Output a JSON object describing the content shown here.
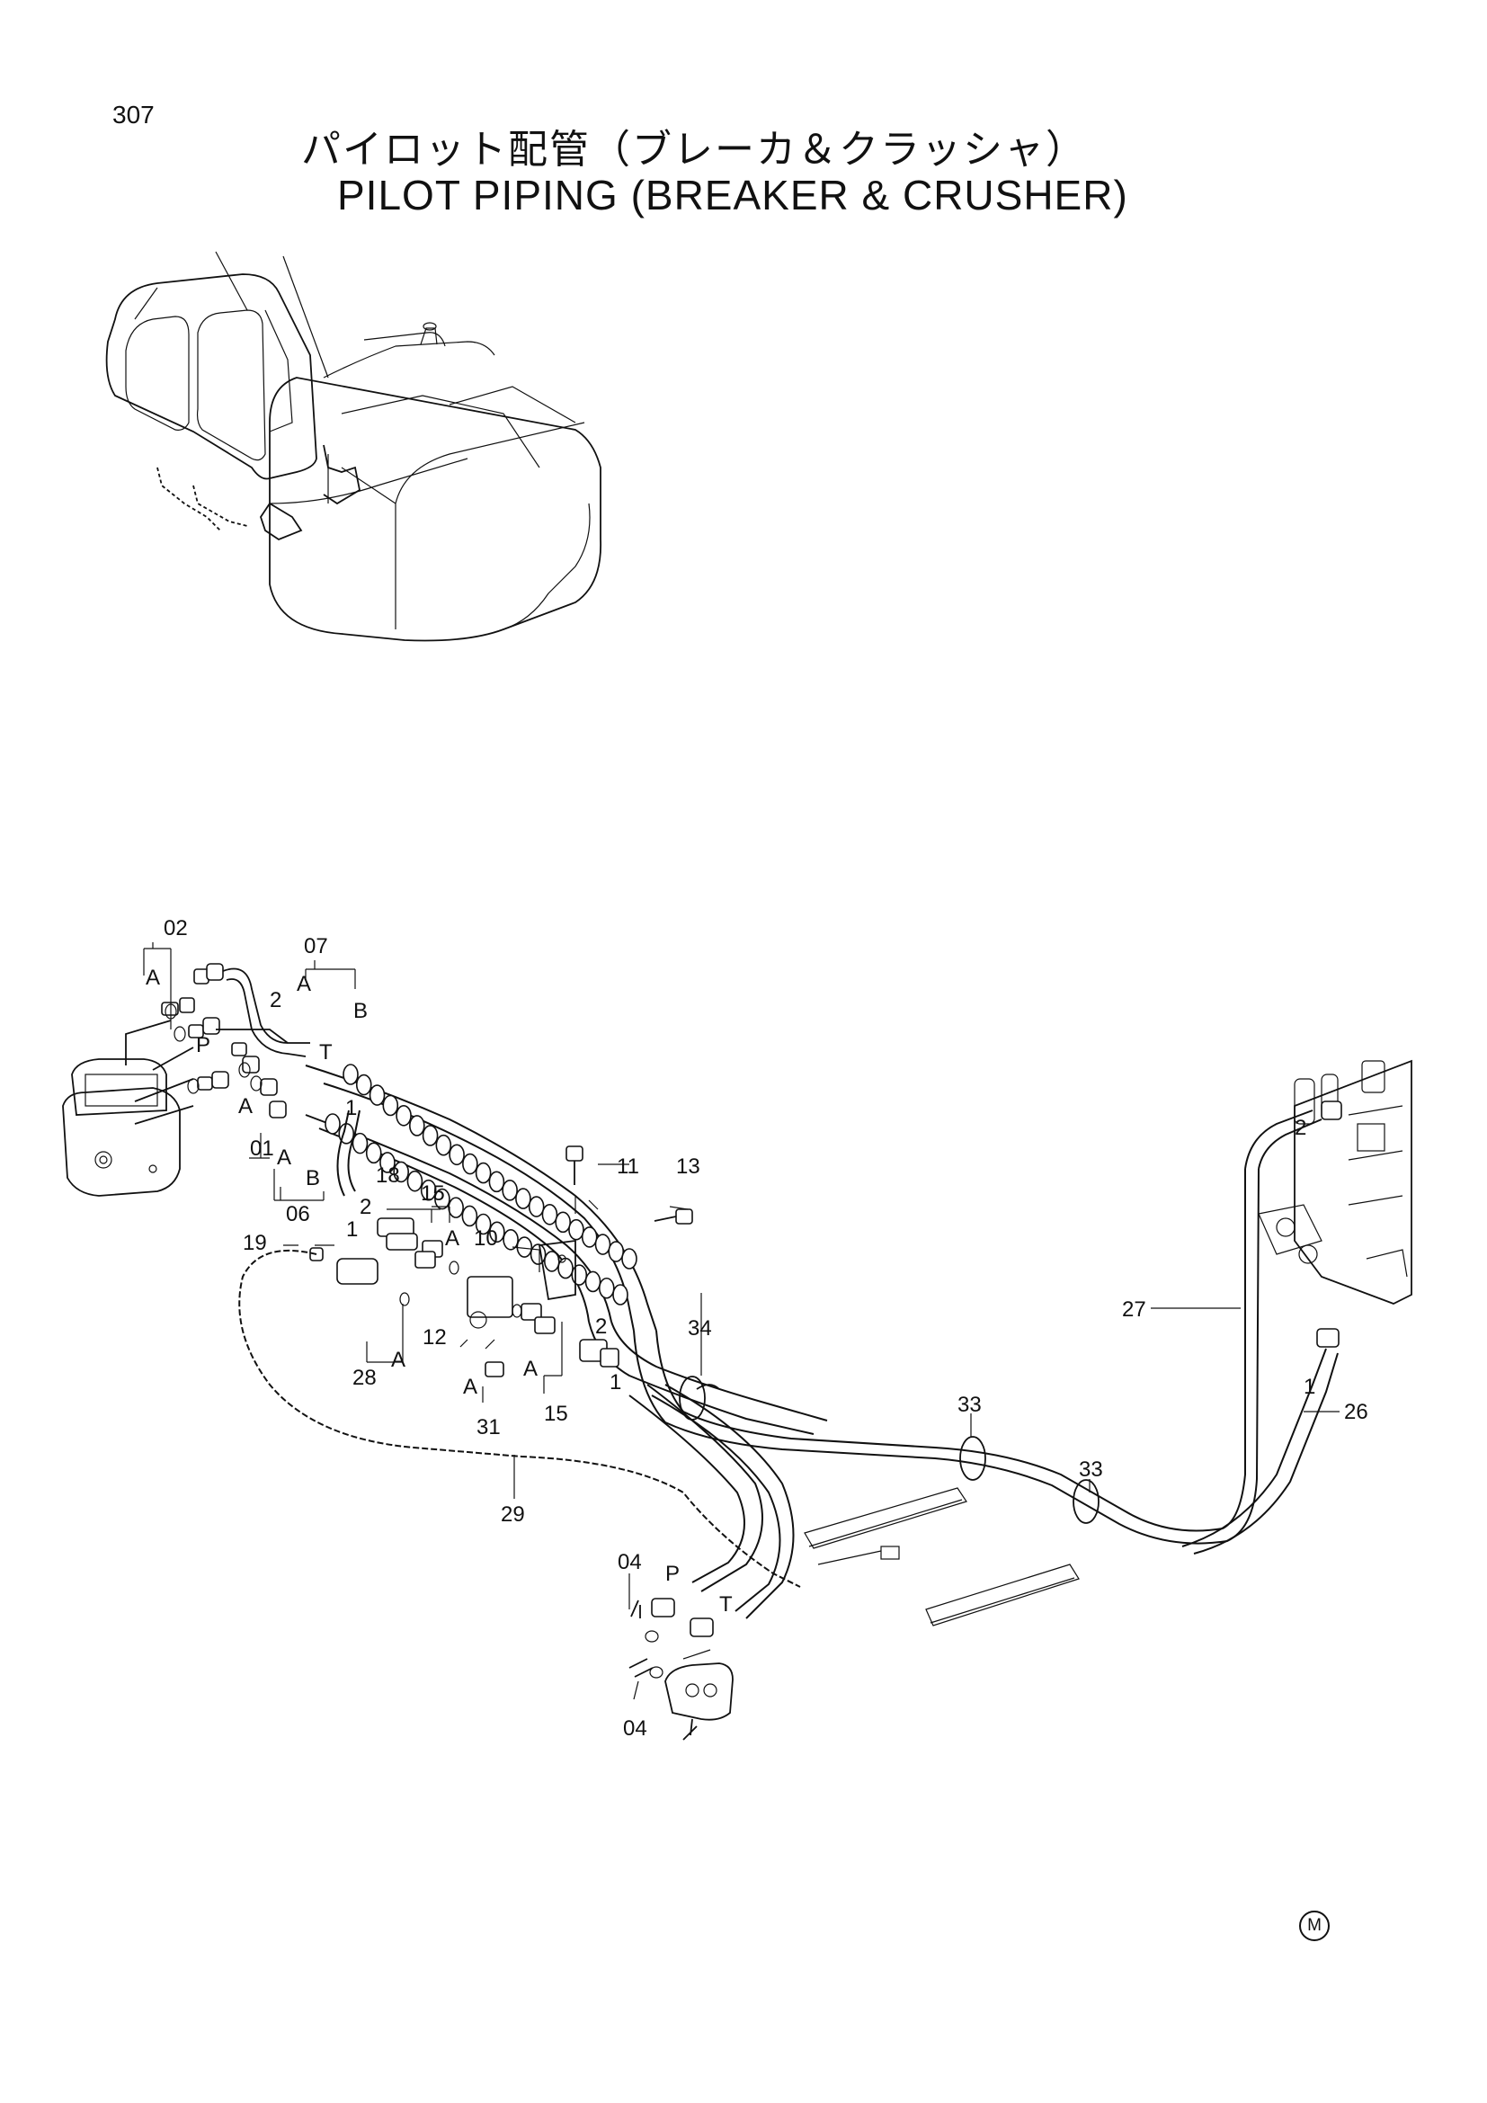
{
  "page_number": "307",
  "title_jp": "パイロット配管（ブレーカ＆クラッシャ）",
  "title_en": "PILOT PIPING (BREAKER & CRUSHER)",
  "mark": "M",
  "labels": {
    "l01": "01",
    "l02": "02",
    "l04a": "04",
    "l04b": "04",
    "l06": "06",
    "l07": "07",
    "l10": "10",
    "l11": "11",
    "l12": "12",
    "l13": "13",
    "l15a": "15",
    "l15b": "15",
    "l18": "18",
    "l19": "19",
    "l26": "26",
    "l27": "27",
    "l28": "28",
    "l29": "29",
    "l31": "31",
    "l33a": "33",
    "l33b": "33",
    "l34": "34",
    "A": "A",
    "B": "B",
    "P": "P",
    "T": "T",
    "one": "1",
    "two": "2"
  }
}
